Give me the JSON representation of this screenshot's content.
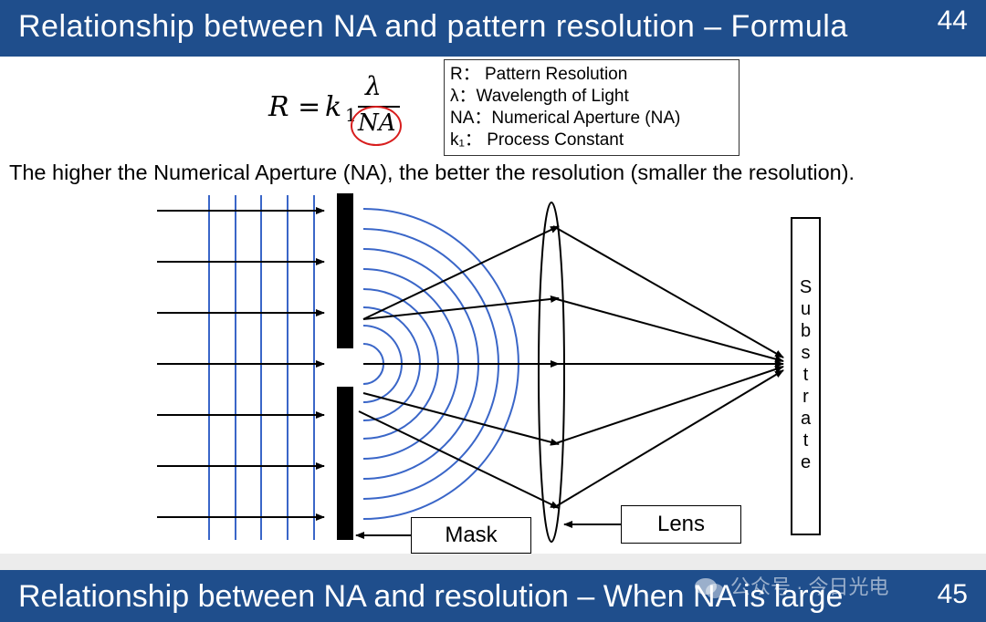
{
  "header": {
    "title": "Relationship between NA and pattern resolution – Formula",
    "page": "44"
  },
  "formula": {
    "lhs": "R =",
    "k": "k",
    "k_sub": "1",
    "numerator": "λ",
    "denominator": "NA",
    "highlight_color": "#d81e1e"
  },
  "legend": [
    "R： Pattern Resolution",
    "λ：Wavelength of Light",
    "NA：Numerical Aperture (NA)",
    "k₁： Process Constant"
  ],
  "statement": "The higher the Numerical Aperture (NA), the better the resolution (smaller the resolution).",
  "diagram": {
    "mask_label": "Mask",
    "lens_label": "Lens",
    "substrate_letters": [
      "S",
      "u",
      "b",
      "s",
      "t",
      "r",
      "a",
      "t",
      "e"
    ],
    "wave_color": "#3a66c8",
    "ray_color": "#000000"
  },
  "footer": {
    "title": "Relationship between NA and resolution – When NA is large",
    "page": "45"
  },
  "watermark": "公众号 · 今日光电",
  "colors": {
    "header_bg": "#1f4e8c",
    "header_text": "#ffffff"
  }
}
